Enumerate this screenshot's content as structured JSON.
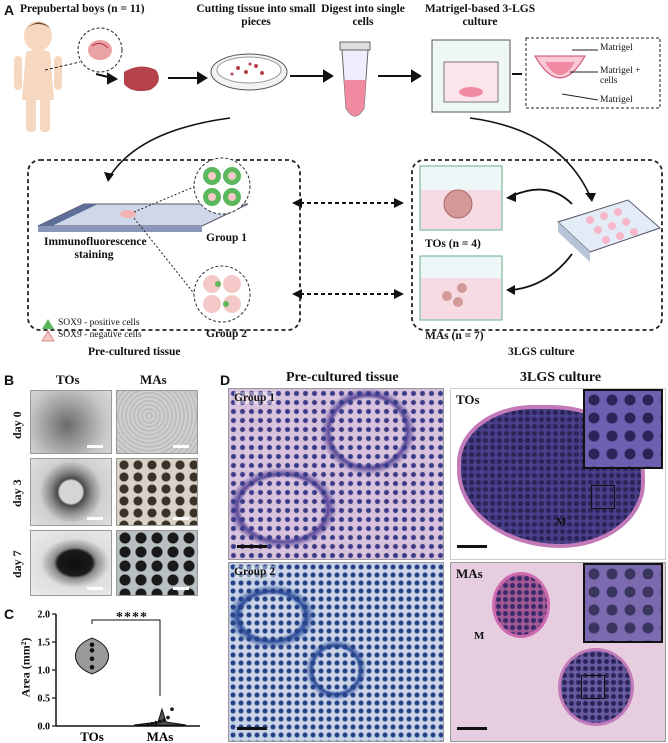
{
  "panels": {
    "A": "A",
    "B": "B",
    "C": "C",
    "D": "D"
  },
  "panelA": {
    "step1": "Prepubertal boys (n = 11)",
    "step2": "Cutting tissue into small pieces",
    "step3": "Digest into single cells",
    "step4": "Matrigel-based 3-LGS culture",
    "matrigel_top": "Matrigel",
    "matrigel_mid": "Matrigel + cells",
    "matrigel_bottom": "Matrigel",
    "if_label": "Immunofluorescence staining",
    "group1": "Group 1",
    "group2": "Group 2",
    "legend_pos": "SOX9 - positive cells",
    "legend_neg": "SOX9 - negative cells",
    "left_box_title": "Pre-cultured tissue",
    "tos": "TOs (n = 4)",
    "mas": "MAs (n = 7)",
    "right_box_title": "3LGS culture"
  },
  "panelB": {
    "col1": "TOs",
    "col2": "MAs",
    "rows": [
      "day 0",
      "day 3",
      "day 7"
    ]
  },
  "panelD": {
    "left_title": "Pre-cultured tissue",
    "right_title": "3LGS culture",
    "g1": "Group 1",
    "g2": "Group 2",
    "tos": "TOs",
    "mas": "MAs",
    "m1": "M",
    "m2": "M"
  },
  "chart_data": {
    "type": "violin",
    "title": "",
    "xlabel": "",
    "ylabel": "Area (mm²)",
    "categories": [
      "TOs",
      "MAs"
    ],
    "ylim": [
      0,
      2
    ],
    "yticks": [
      "0.0",
      "0.5",
      "1.0",
      "1.5",
      "2.0"
    ],
    "series": [
      {
        "values": [
          1.05,
          1.2,
          1.35,
          1.45
        ]
      },
      {
        "values": [
          0.02,
          0.04,
          0.06,
          0.08,
          0.1,
          0.15,
          0.3
        ]
      }
    ],
    "significance": "****"
  },
  "colors": {
    "sox9_pos": "#3aa23a",
    "sox9_neg": "#f0b8b8",
    "matrigel": "#f4b6c8",
    "he_purple": "#5a4a9a"
  }
}
